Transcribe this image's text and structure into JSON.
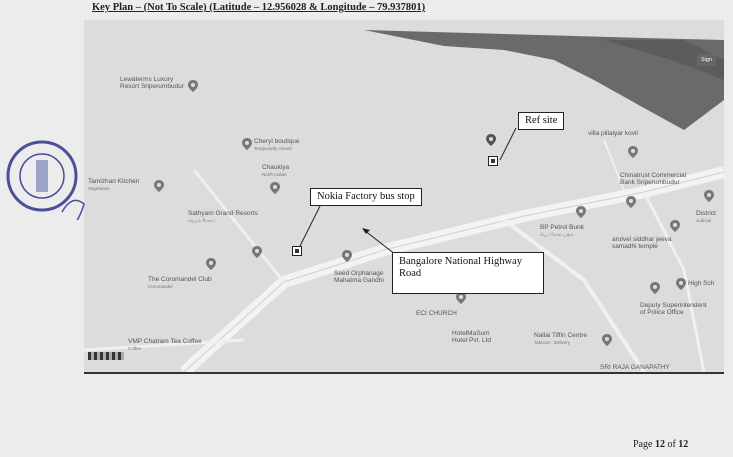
{
  "header": {
    "title": "Key Plan – (Not To Scale) (Latitude – 12.956028 & Longitude – 79.937801)"
  },
  "map": {
    "sign_in": "Sign",
    "places": [
      {
        "name": "Lewaterms Luxury",
        "sub": "Resort Sriperumbudur"
      },
      {
        "name": "Cheryl boutique",
        "sub": "Temporarily closed"
      },
      {
        "name": "Chaukiya",
        "sub": "North Indian"
      },
      {
        "name": "Tamizhan Kitchen",
        "sub": "Vegetarian"
      },
      {
        "name": "Sathyam Grand Resorts",
        "sub": "சத்யம் ரிசார்ட்"
      },
      {
        "name": "The Coromandel Club",
        "sub": "Coromandel"
      },
      {
        "name": "Seed Orphanage",
        "sub": "Mahatma Gandhi"
      },
      {
        "name": "ECI CHURCH",
        "sub": ""
      },
      {
        "name": "HotelMaSum",
        "sub": "Hotel Pvt. Ltd"
      },
      {
        "name": "Nallai Tiffin Centre",
        "sub": "Takeout · Delivery"
      },
      {
        "name": "BP Petrol Bunk",
        "sub": "பெட்ரோல் பங்க்"
      },
      {
        "name": "Chinatrust Commercial",
        "sub": "Bank Sriperumbudur"
      },
      {
        "name": "arulvel siddhar jeeva",
        "sub": "samadhi temple"
      },
      {
        "name": "Deputy Superintendent",
        "sub": "of Police Office"
      },
      {
        "name": "High Sch",
        "sub": ""
      },
      {
        "name": "District",
        "sub": "Judicial"
      },
      {
        "name": "VMP Chatram Tea Coffee",
        "sub": "Coffee"
      },
      {
        "name": "SRI RAJA GANAPATHY",
        "sub": ""
      },
      {
        "name": "villa pillaiyar kovil",
        "sub": ""
      }
    ],
    "callouts": {
      "ref_site": "Ref site",
      "bus_stop": "Nokia Factory bus stop",
      "highway": "Bangalore National Highway Road"
    }
  },
  "footer": {
    "prefix": "Page ",
    "page": "12",
    "mid": " of ",
    "total": "12"
  }
}
